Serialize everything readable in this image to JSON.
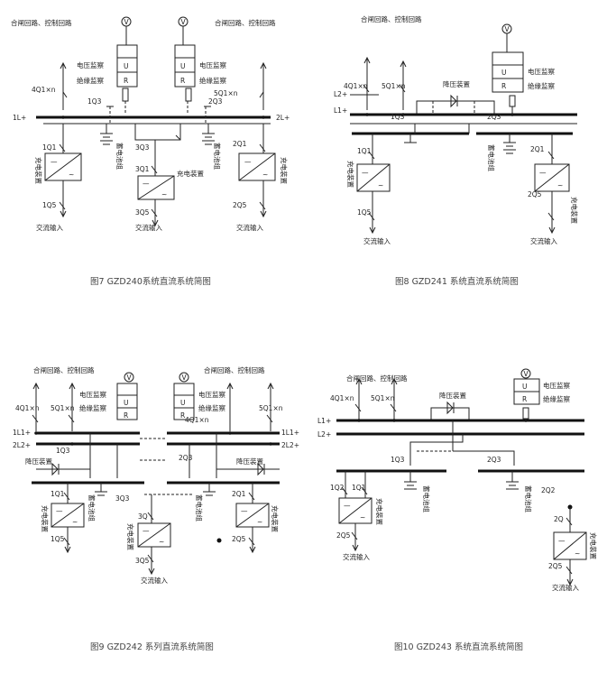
{
  "diagrams": [
    {
      "caption": "图7  GZD240系统直流系统简图",
      "labels": {
        "top_left": "合闸回路、控制回路",
        "top_right": "合闸回路、控制回路",
        "vm_left": "电压监察",
        "im_left": "绝缘监察",
        "vm_right": "电压监察",
        "im_right": "绝缘监察",
        "f4q1": "4Q1×n",
        "f5q1": "5Q1×n",
        "sw1q3": "1Q3",
        "sw2q3": "2Q3",
        "bus1": "1L+",
        "bus2": "2L+",
        "sw1q1": "1Q1",
        "sw2q1": "2Q1",
        "sw3q3": "3Q3",
        "sw3q1": "3Q1",
        "sw1q5": "1Q5",
        "sw2q5": "2Q5",
        "sw3q5": "3Q5",
        "bat1": "蓄电池组",
        "bat2": "蓄电池组",
        "ch1": "充电装置",
        "ch2": "充电装置",
        "ch3": "充电装置",
        "ac1": "交流输入",
        "ac2": "交流输入",
        "ac3": "交流输入"
      }
    },
    {
      "caption": "图8 GZD241 系统直流系统简图",
      "labels": {
        "top_left": "合闸回路、控制回路",
        "vm": "电压监察",
        "im": "绝缘监察",
        "f4q1": "4Q1×n",
        "f5q1": "5Q1×n",
        "drop": "降压装置",
        "bus_l2": "L2+",
        "bus_l1": "L1+",
        "sw1q3": "1Q3",
        "sw2q3": "2Q3",
        "sw1q1": "1Q1",
        "sw2q1": "2Q1",
        "bat": "蓄电池组",
        "ch1": "充电装置",
        "ch2": "充电装置",
        "sw1q5": "1Q5",
        "sw2q5": "2Q5",
        "ac1": "交流输入",
        "ac2": "交流输入"
      }
    },
    {
      "caption": "图9 GZD242 系列直流系统简图",
      "labels": {
        "top_left": "合闸回路、控制回路",
        "top_right": "合闸回路、控制回路",
        "vm_left": "电压监察",
        "im_left": "绝缘监察",
        "vm_right": "电压监察",
        "im_right": "绝缘监察",
        "f4q1_l": "4Q1×n",
        "f5q1_l": "5Q1×n",
        "f4q1_r": "4Q1×n",
        "f5q1_r": "5Q1×n",
        "b1l1": "1L1+",
        "b1l2": "2L2+",
        "b2l1": "1L1+",
        "b2l2": "2L2+",
        "sw1q3": "1Q3",
        "sw2q3": "2Q3",
        "drop_l": "降压装置",
        "drop_r": "降压装置",
        "sw1q1": "1Q1",
        "sw2q1": "2Q1",
        "sw3q3": "3Q3",
        "sw3q": "3Q",
        "sw1q5": "1Q5",
        "sw2q5": "2Q5",
        "sw3q5": "3Q5",
        "bat1": "蓄电池组",
        "bat2": "蓄电池组",
        "ch1": "充电装置",
        "ch2": "充电装置",
        "ch3": "充电装置",
        "ac": "交流输入"
      }
    },
    {
      "caption": "图10 GZD243 系统直流系统简图",
      "labels": {
        "top_left": "合闸回路、控制回路",
        "vm": "电压监察",
        "im": "绝缘监察",
        "f4q1": "4Q1×n",
        "f5q1": "5Q1×n",
        "drop": "降压装置",
        "bus_l1": "L1+",
        "bus_l2": "L2+",
        "sw1q3": "1Q3",
        "sw2q3": "2Q3",
        "sw1q2": "1Q2",
        "sw1q1": "1Q1",
        "sw2q2": "2Q2",
        "sw2q": "2Q",
        "bat1": "蓄电池组",
        "bat2": "蓄电池组",
        "ch1": "充电装置",
        "ch2": "充电装置",
        "sw2q5": "2Q5",
        "sw2q5b": "2Q5",
        "ac1": "交流输入",
        "ac2": "交流输入"
      }
    }
  ],
  "meter_box": {
    "u_symbol": "U",
    "r_symbol": "R",
    "voltmeter": "V"
  },
  "charger_box": {
    "dc_symbol": "—",
    "ac_symbol": "~"
  }
}
